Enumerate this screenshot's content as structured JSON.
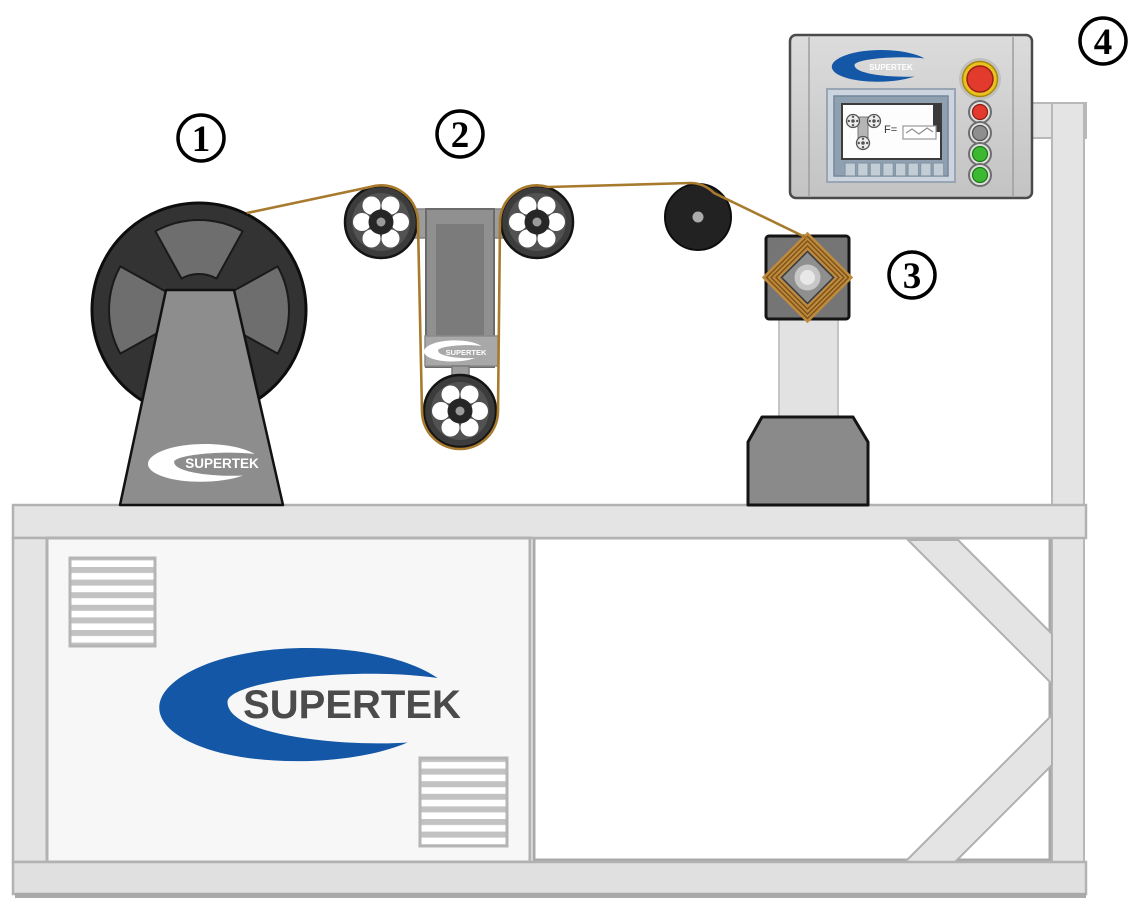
{
  "brand": {
    "name": "SUPERTEK",
    "blue": "#1357a6",
    "logo_text_gray": "#4b4b4b"
  },
  "machine": {
    "wire_color": "#a87a2e",
    "labels": {
      "payoff_reel": "1",
      "dancer_tensioner": "2",
      "winding_head": "3",
      "control_panel": "4"
    }
  },
  "logos": {
    "cabinet": "SUPERTEK",
    "reel_stand": "SUPERTEK",
    "dancer_plate": "SUPERTEK",
    "panel": "SUPERTEK"
  },
  "control_panel": {
    "screen": {
      "force_label": "F="
    },
    "estop": {
      "ring_color": "#e9c222",
      "button_color": "#e23b2e"
    },
    "buttons": [
      {
        "name": "red-button",
        "color": "#e23b2e"
      },
      {
        "name": "gray-button",
        "color": "#8e8e8e"
      },
      {
        "name": "green-button",
        "color": "#3db832"
      },
      {
        "name": "green-button",
        "color": "#3db832"
      }
    ]
  }
}
